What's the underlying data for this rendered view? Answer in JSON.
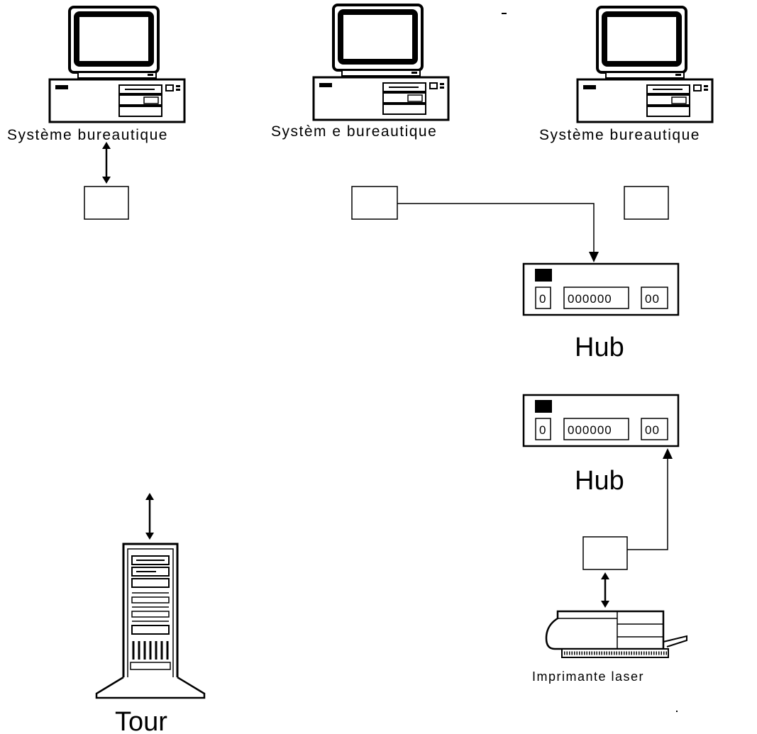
{
  "desktops": [
    {
      "label": "Système bureautique"
    },
    {
      "label": "Systèm e bureautique"
    },
    {
      "label": "Système bureautique"
    }
  ],
  "hubs": [
    {
      "label": "Hub",
      "ports_left": "0",
      "ports_mid": "000000",
      "ports_right": "00"
    },
    {
      "label": "Hub",
      "ports_left": "0",
      "ports_mid": "000000",
      "ports_right": "00"
    }
  ],
  "tower": {
    "label": "Tour"
  },
  "printer": {
    "label": "Imprimante laser"
  }
}
